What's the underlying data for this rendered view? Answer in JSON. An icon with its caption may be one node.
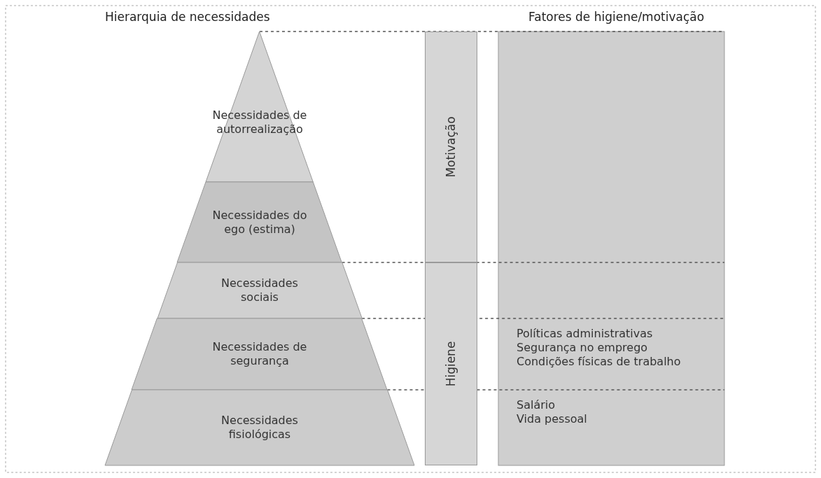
{
  "diagram": {
    "nodes": [
      {
        "text": [
          "Necessidades de autorrealização"
        ]
      },
      {
        "text": [
          "Necessidades do ego (estima)"
        ]
      },
      {
        "text": [
          "Necessidades sociais"
        ]
      },
      {
        "text": [
          "Necessidades de segurança"
        ]
      },
      {
        "text": [
          "Necessidades fisiológicas"
        ]
      },
      {
        "text": [
          "Motivação"
        ]
      },
      {
        "text": [
          "Higiene"
        ]
      },
      {
        "text": [
          "Políticas administrativas",
          "Segurança no emprego",
          "Condições físicas de trabalho"
        ]
      },
      {
        "text": [
          "Salário",
          "Vida pessoal"
        ]
      }
    ],
    "edges": [],
    "labels": [
      "Hierarquia de necessidades",
      "Fatores de higiene/motivação"
    ]
  }
}
